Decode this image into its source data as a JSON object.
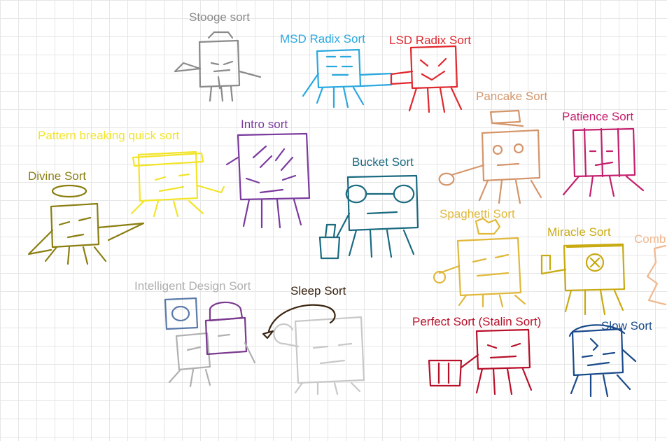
{
  "characters": [
    {
      "label": "Stooge sort",
      "color": "#8a8a8a"
    },
    {
      "label": "MSD Radix Sort",
      "color": "#2aa8e0"
    },
    {
      "label": "LSD Radix Sort",
      "color": "#e0282e"
    },
    {
      "label": "Pancake Sort",
      "color": "#d4956a"
    },
    {
      "label": "Patience Sort",
      "color": "#c4206e"
    },
    {
      "label": "Pattern breaking quick sort",
      "color": "#f2e428"
    },
    {
      "label": "Intro sort",
      "color": "#7a3a9e"
    },
    {
      "label": "Bucket Sort",
      "color": "#1a6a80"
    },
    {
      "label": "Divine Sort",
      "color": "#8a7e10"
    },
    {
      "label": "Spaghetti Sort",
      "color": "#e0b83a"
    },
    {
      "label": "Miracle Sort",
      "color": "#c8aa10"
    },
    {
      "label": "Comb",
      "color": "#f0b890"
    },
    {
      "label": "Intelligent Design Sort",
      "color": "#b0b0b0"
    },
    {
      "label": "Sleep Sort",
      "color": "#3a2410"
    },
    {
      "label": "Perfect Sort (Stalin Sort)",
      "color": "#b8102a"
    },
    {
      "label": "Slow Sort",
      "color": "#1a4a8a"
    }
  ],
  "extra_colors": {
    "intelligent_design_box": "#5a7aaa",
    "intelligent_design_body": "#7a3a8e",
    "sleep_body": "#c8c8c8"
  }
}
